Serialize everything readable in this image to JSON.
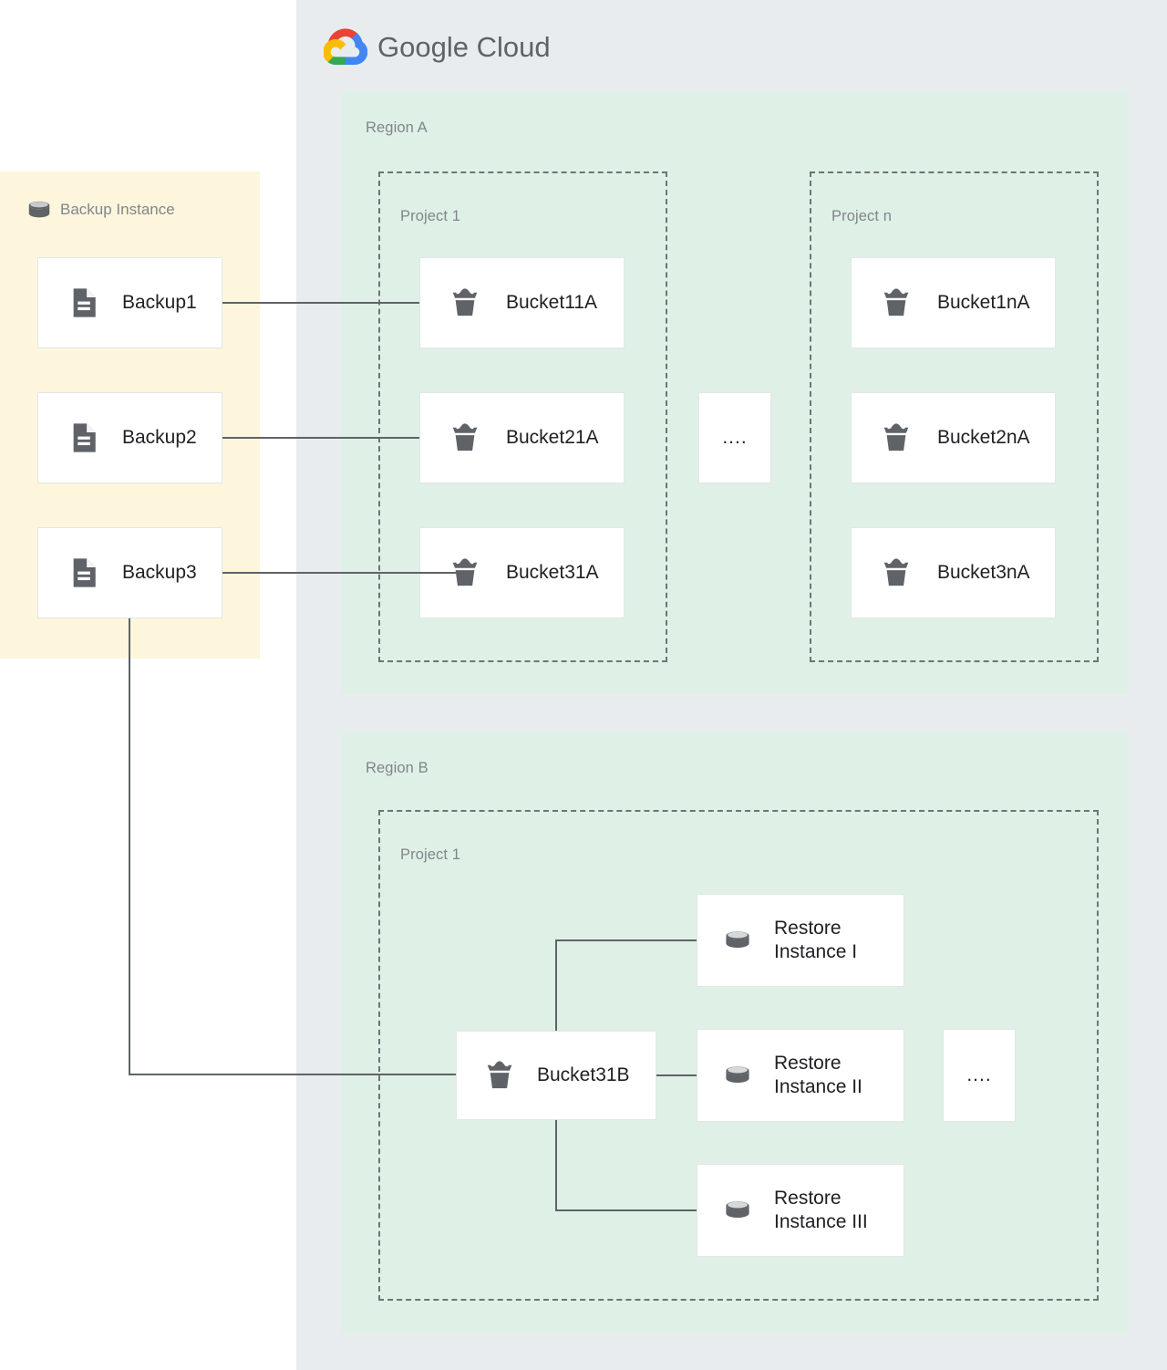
{
  "brand": {
    "name_bold": "Google",
    "name_light": "Cloud",
    "logo_icon": "google-cloud-logo",
    "colors": {
      "red": "#ea4335",
      "yellow": "#fbbc04",
      "green": "#34a853",
      "blue": "#4285f4",
      "wordmark": "#5f6368"
    }
  },
  "canvas": {
    "cloud_panel_bg": "#e8ecef",
    "backup_panel_bg": "#fdf6dd",
    "region_bg": "#dff0e6",
    "card_bg": "#ffffff",
    "card_border": "#e4e6e8",
    "icon_gray": "#5f6368",
    "label_gray": "#80868b",
    "text_dark": "#202124",
    "wire": "#5f6368"
  },
  "backup_instance": {
    "title": "Backup Instance",
    "icon": "database-cylinder-icon",
    "backups": [
      {
        "label": "Backup1",
        "icon": "document-icon"
      },
      {
        "label": "Backup2",
        "icon": "document-icon"
      },
      {
        "label": "Backup3",
        "icon": "document-icon"
      }
    ]
  },
  "regions": [
    {
      "label": "Region A",
      "projects": [
        {
          "label": "Project 1",
          "items": [
            {
              "label": "Bucket11A",
              "icon": "storage-bucket-icon"
            },
            {
              "label": "Bucket21A",
              "icon": "storage-bucket-icon"
            },
            {
              "label": "Bucket31A",
              "icon": "storage-bucket-icon"
            }
          ]
        },
        {
          "label": "Project n",
          "items": [
            {
              "label": "Bucket1nA",
              "icon": "storage-bucket-icon"
            },
            {
              "label": "Bucket2nA",
              "icon": "storage-bucket-icon"
            },
            {
              "label": "Bucket3nA",
              "icon": "storage-bucket-icon"
            }
          ]
        }
      ],
      "ellipsis": "...."
    },
    {
      "label": "Region B",
      "projects": [
        {
          "label": "Project 1",
          "bucket": {
            "label": "Bucket31B",
            "icon": "storage-bucket-icon"
          },
          "restores": [
            {
              "label": "Restore\nInstance I",
              "icon": "database-cylinder-icon"
            },
            {
              "label": "Restore\nInstance II",
              "icon": "database-cylinder-icon"
            },
            {
              "label": "Restore\nInstance III",
              "icon": "database-cylinder-icon"
            }
          ]
        }
      ],
      "ellipsis": "...."
    }
  ],
  "connections": [
    {
      "from": "Backup1",
      "to": "Bucket11A"
    },
    {
      "from": "Backup2",
      "to": "Bucket21A"
    },
    {
      "from": "Backup3",
      "to": "Bucket31A"
    },
    {
      "from": "Backup3",
      "to": "Bucket31B"
    },
    {
      "from": "Bucket31B",
      "to": "Restore Instance I"
    },
    {
      "from": "Bucket31B",
      "to": "Restore Instance II"
    },
    {
      "from": "Bucket31B",
      "to": "Restore Instance III"
    }
  ]
}
